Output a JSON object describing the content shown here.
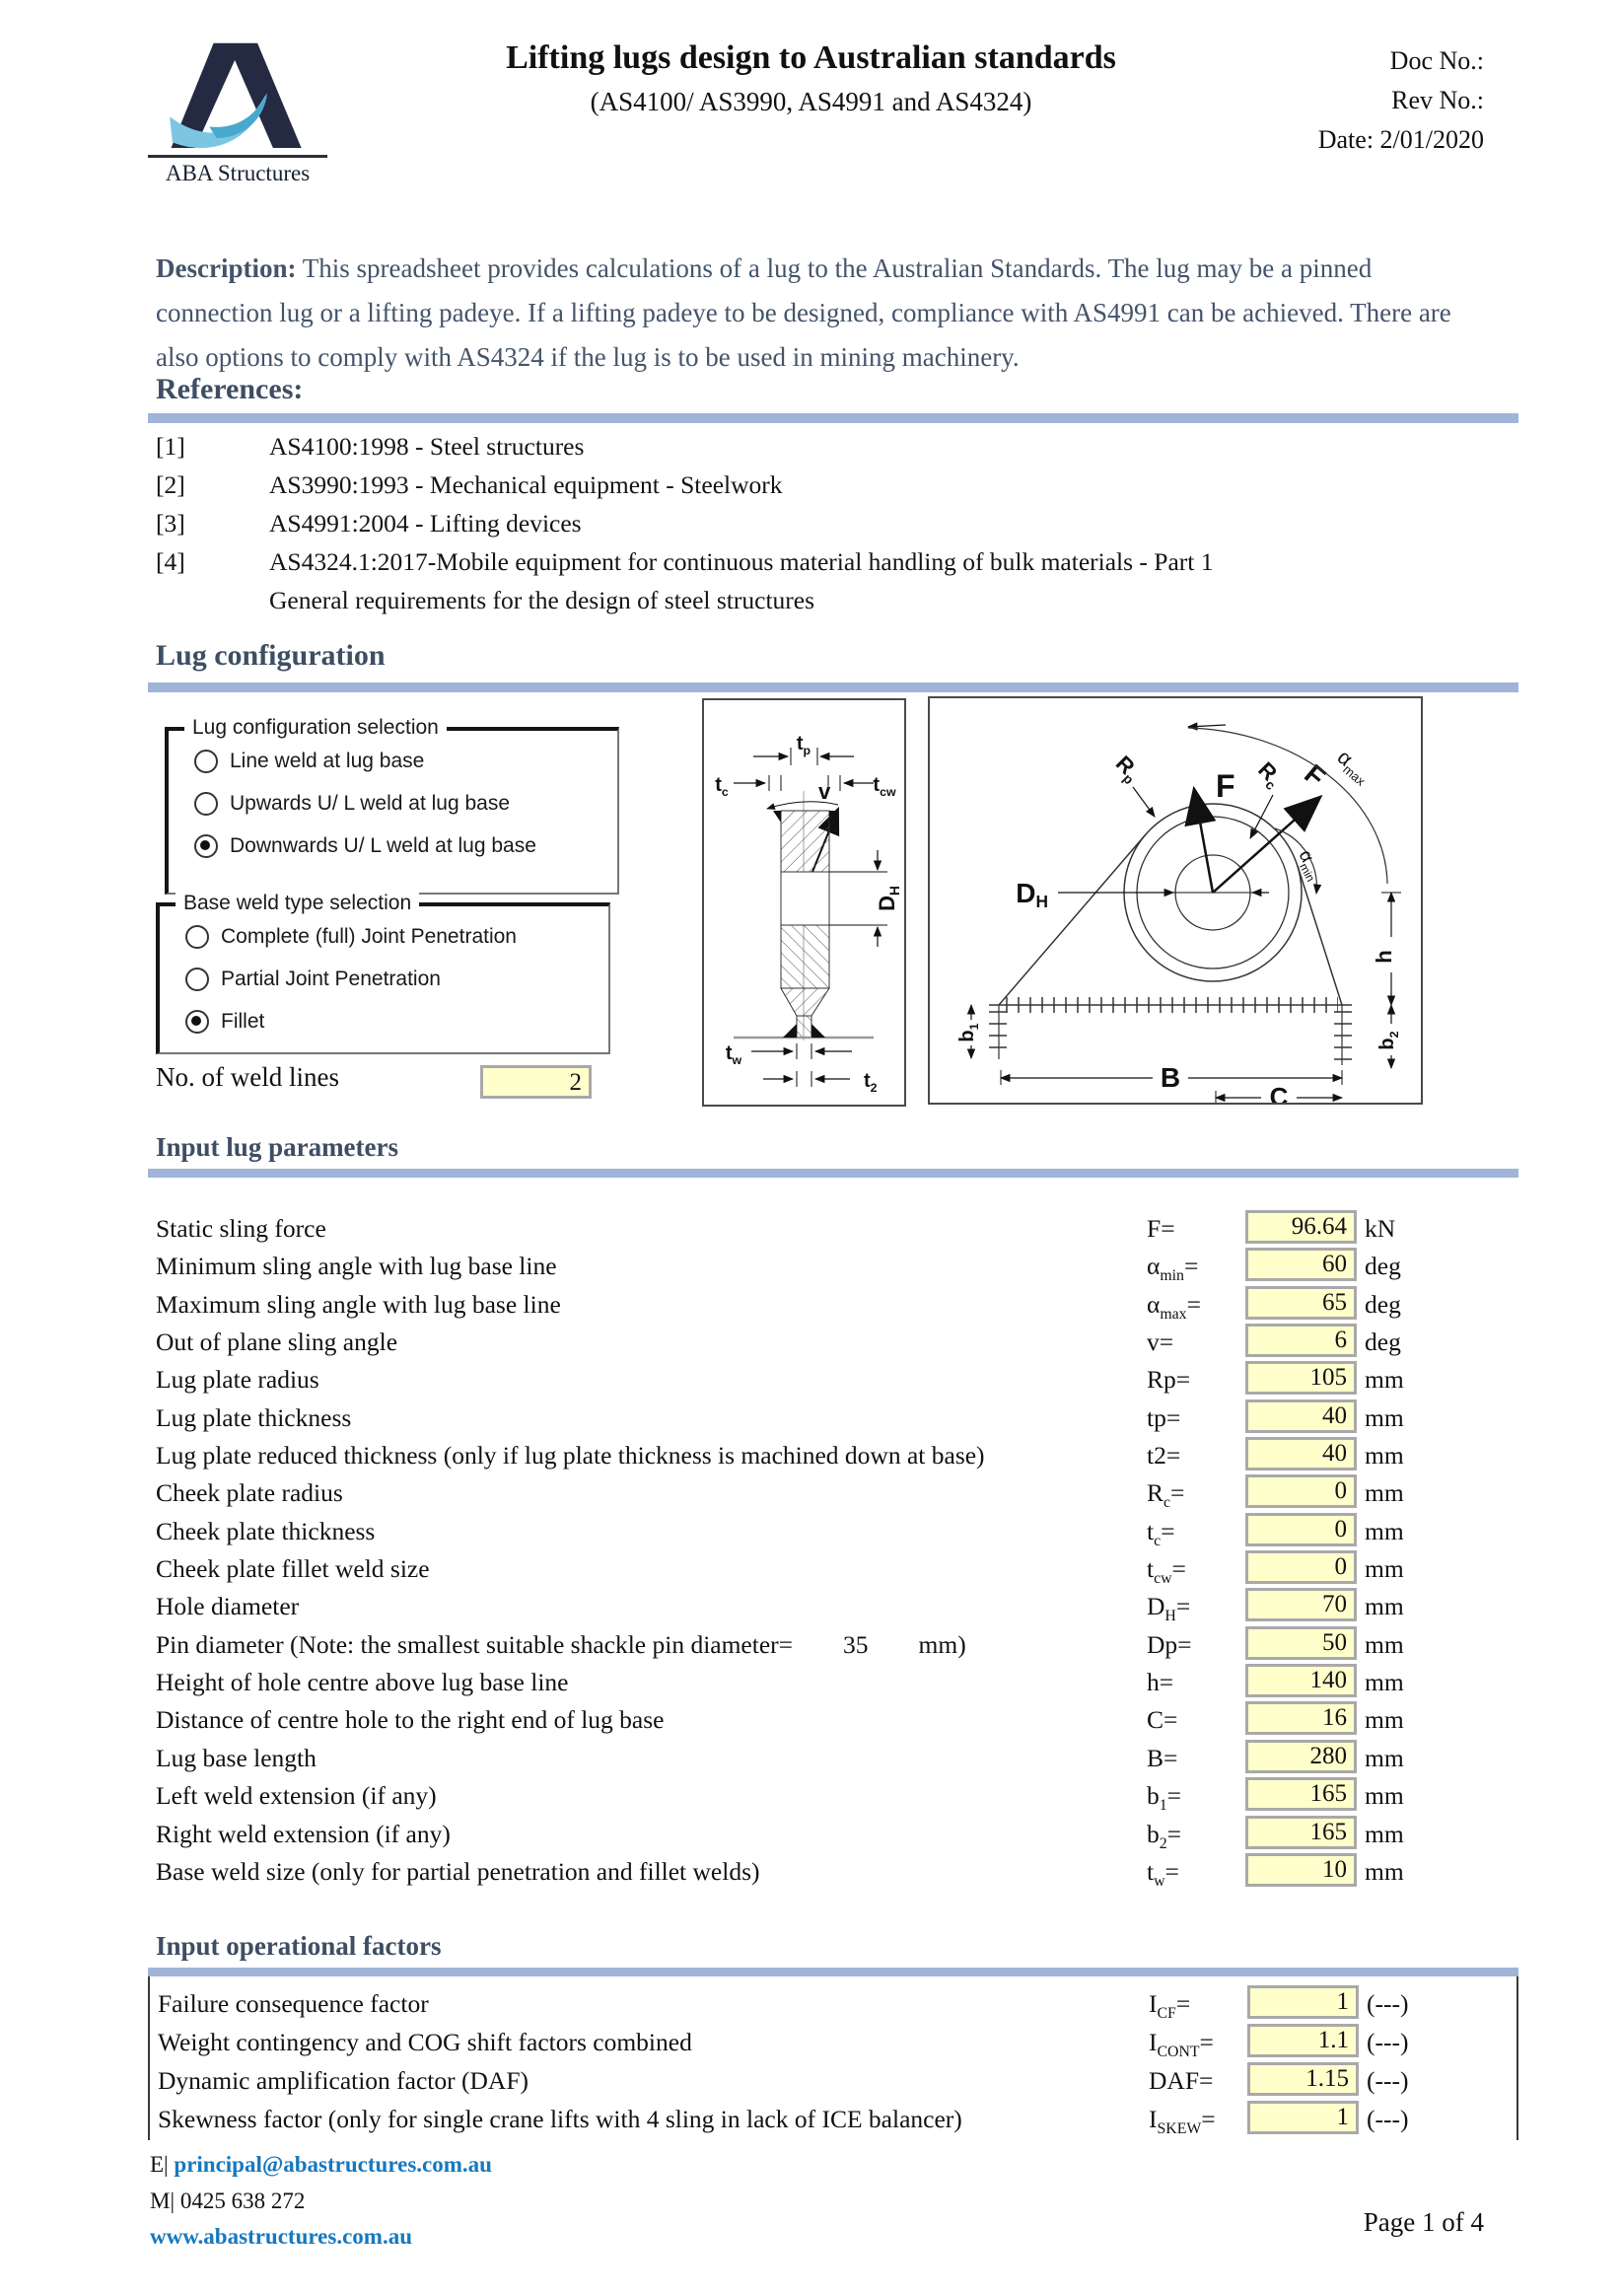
{
  "colors": {
    "accent_bar": "#a0b4d8",
    "input_bg": "#ffffcc",
    "link_blue": "#1778be",
    "heading": "#3e4e63"
  },
  "header": {
    "logo_text": "ABA Structures",
    "title": "Lifting lugs design to Australian standards",
    "subtitle": "(AS4100/ AS3990, AS4991 and AS4324)",
    "doc_no_label": "Doc No.:",
    "rev_no_label": "Rev No.:",
    "date_label": "Date: 2/01/2020"
  },
  "description": {
    "label": "Description:",
    "text": " This spreadsheet provides calculations of a lug to the Australian Standards. The lug may be a pinned connection lug or a lifting padeye. If a lifting padeye to be designed, compliance with AS4991 can be achieved. There are also options to comply with AS4324 if the lug is to be used in mining machinery."
  },
  "references": {
    "heading": "References:",
    "items": [
      {
        "num": "[1]",
        "text": "AS4100:1998 - Steel structures"
      },
      {
        "num": "[2]",
        "text": "AS3990:1993 - Mechanical equipment - Steelwork"
      },
      {
        "num": "[3]",
        "text": "AS4991:2004 - Lifting devices"
      },
      {
        "num": "[4]",
        "text": "AS4324.1:2017-Mobile equipment for continuous material handling of bulk materials - Part 1",
        "text2": "General requirements for the design of steel structures"
      }
    ]
  },
  "lug_configuration": {
    "heading": "Lug configuration",
    "config_group": {
      "label": "Lug configuration selection",
      "options": [
        {
          "label": "Line weld at lug base",
          "selected": false
        },
        {
          "label": "Upwards U/ L weld at lug base",
          "selected": false
        },
        {
          "label": "Downwards U/ L weld at lug base",
          "selected": true
        }
      ]
    },
    "weld_group": {
      "label": "Base weld type selection",
      "options": [
        {
          "label": "Complete (full) Joint Penetration",
          "selected": false
        },
        {
          "label": "Partial Joint Penetration",
          "selected": false
        },
        {
          "label": "Fillet",
          "selected": true
        }
      ]
    },
    "weld_lines": {
      "label": "No. of weld lines",
      "value": "2"
    },
    "diagram1": {
      "tc": {
        "b": "t",
        "s": "c"
      },
      "tp": {
        "b": "t",
        "s": "p"
      },
      "tcw": {
        "b": "t",
        "s": "cw"
      },
      "v": "v",
      "dh": {
        "b": "D",
        "s": "H"
      },
      "tw": {
        "b": "t",
        "s": "w"
      },
      "t2": {
        "b": "t",
        "s": "2"
      }
    },
    "diagram2": {
      "f": "F",
      "f2": "F",
      "rp": {
        "b": "R",
        "s": "p"
      },
      "rc": {
        "b": "R",
        "s": "c"
      },
      "amax": {
        "b": "α",
        "s": "max"
      },
      "amin": {
        "b": "α",
        "s": "min"
      },
      "dh": {
        "b": "D",
        "s": "H"
      },
      "h": "h",
      "b1": {
        "b": "b",
        "s": "1"
      },
      "b2": {
        "b": "b",
        "s": "2"
      },
      "B": "B",
      "C": "C"
    }
  },
  "parameters": {
    "heading": "Input lug parameters",
    "rows": [
      {
        "label": "Static sling force",
        "sym": "F",
        "sub": "",
        "val": "96.64",
        "unit": "kN"
      },
      {
        "label": "Minimum sling angle with lug base line",
        "sym": "α",
        "sub": "min",
        "val": "60",
        "unit": "deg"
      },
      {
        "label": "Maximum sling angle with lug base line",
        "sym": "α",
        "sub": "max",
        "val": "65",
        "unit": "deg"
      },
      {
        "label": "Out of plane sling angle",
        "sym": "v",
        "sub": "",
        "val": "6",
        "unit": "deg"
      },
      {
        "label": "Lug plate radius",
        "sym": "Rp",
        "sub": "",
        "val": "105",
        "unit": "mm"
      },
      {
        "label": "Lug plate thickness",
        "sym": "tp",
        "sub": "",
        "val": "40",
        "unit": "mm"
      },
      {
        "label": "Lug plate reduced thickness (only if lug plate thickness is machined down at base)",
        "sym": "t2",
        "sub": "",
        "val": "40",
        "unit": "mm"
      },
      {
        "label": "Cheek plate radius",
        "sym": "R",
        "sub": "c",
        "val": "0",
        "unit": "mm"
      },
      {
        "label": "Cheek plate thickness",
        "sym": "t",
        "sub": "c",
        "val": "0",
        "unit": "mm"
      },
      {
        "label": "Cheek plate fillet weld size",
        "sym": "t",
        "sub": "cw",
        "val": "0",
        "unit": "mm"
      },
      {
        "label": "Hole diameter",
        "sym": "D",
        "sub": "H",
        "val": "70",
        "unit": "mm"
      },
      {
        "label": "Pin diameter (Note: the smallest suitable shackle pin diameter=  35  mm)",
        "sym": "Dp",
        "sub": "",
        "val": "50",
        "unit": "mm"
      },
      {
        "label": "Height of hole centre above lug base line",
        "sym": "h",
        "sub": "",
        "val": "140",
        "unit": "mm"
      },
      {
        "label": "Distance of centre hole to the right end of lug base",
        "sym": "C",
        "sub": "",
        "val": "16",
        "unit": "mm"
      },
      {
        "label": "Lug base length",
        "sym": "B",
        "sub": "",
        "val": "280",
        "unit": "mm"
      },
      {
        "label": "Left weld extension (if any)",
        "sym": "b",
        "sub": "1",
        "val": "165",
        "unit": "mm"
      },
      {
        "label": "Right weld extension (if any)",
        "sym": "b",
        "sub": "2",
        "val": "165",
        "unit": "mm"
      },
      {
        "label": "Base weld size (only for partial penetration and fillet welds)",
        "sym": "t",
        "sub": "w",
        "val": "10",
        "unit": "mm"
      }
    ]
  },
  "operational": {
    "heading": "Input operational factors",
    "rows": [
      {
        "label": "Failure consequence factor",
        "sym": "I",
        "sub": "CF",
        "val": "1",
        "unit": "(---)"
      },
      {
        "label": "Weight contingency and COG shift factors combined",
        "sym": "I",
        "sub": "CONT",
        "val": "1.1",
        "unit": "(---)"
      },
      {
        "label": "Dynamic amplification factor (DAF)",
        "sym": "DAF",
        "sub": "",
        "val": "1.15",
        "unit": "(---)"
      },
      {
        "label": "Skewness factor (only for single crane lifts with 4 sling in lack of ICE balancer)",
        "sym": "I",
        "sub": "SKEW",
        "val": "1",
        "unit": "(---)"
      }
    ]
  },
  "footer": {
    "email_prefix": "E|",
    "email": "principal@abastructures.com.au",
    "mobile_prefix": "M|",
    "mobile": "0425 638 272",
    "website": "www.abastructures.com.au",
    "page": "Page 1 of 4"
  }
}
